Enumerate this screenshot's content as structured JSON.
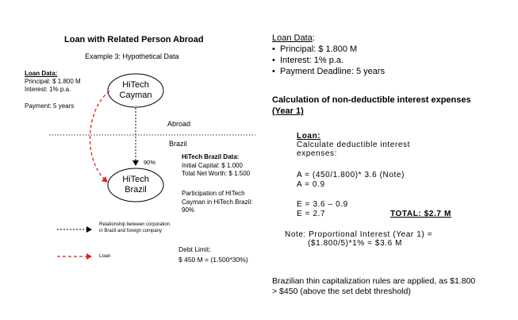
{
  "diagram": {
    "title": "Loan with Related Person Abroad",
    "subtitle": "Example 3: Hypothetical Data",
    "loan_box": {
      "heading": "Loan Data:",
      "lines": [
        "Principal: $ 1.800 M",
        "Interest: 1% p.a."
      ],
      "payment": "Payment: 5 years"
    },
    "node_cayman": [
      "HiTech",
      "Cayman"
    ],
    "node_brazil": [
      "HiTech",
      "Brazil"
    ],
    "label_abroad": "Abroad",
    "label_brazil": "Brazil",
    "arrow_pct": "90%",
    "brazil_data": {
      "heading": "HiTech Brazil Data:",
      "lines": [
        "Initial Capital: $ 1.000",
        "Total Net Worth: $ 1.500"
      ]
    },
    "participation": [
      "Participation of HiTech",
      "Cayman in HiTech Brazil:",
      "90%"
    ],
    "legend": {
      "relationship": [
        "Relationship between corporation",
        "in Brazil and foreign company"
      ],
      "loan": "Loan"
    },
    "debt_limit": {
      "label": "Debt Limit:",
      "value": "$ 450 M = (1.500*30%)"
    }
  },
  "right": {
    "loan_data": {
      "heading": "Loan Data",
      "colon": ":",
      "bullets": [
        "Principal: $ 1.800 M",
        "Interest: 1% p.a.",
        "Payment Deadline: 5 years"
      ]
    },
    "calc_title": [
      "Calculation of non-deductible interest expenses",
      "(Year 1)"
    ],
    "calc": {
      "heading": "Loan:",
      "intro": [
        "Calculate deductible interest",
        "expenses:"
      ],
      "a1": "A = (450/1.800)* 3.6 (Note)",
      "a2": "A = 0.9",
      "e1": "E = 3.6 – 0.9",
      "e2": "E = 2.7",
      "total": "TOTAL: $2.7 M",
      "note1": "Note: Proportional Interest (Year 1) =",
      "note2": "($1.800/5)*1% =  $3.6 M"
    },
    "conclusion": [
      "Brazilian thin capitalization rules are applied, as $1.800",
      "> $450 (above the set debt threshold)"
    ]
  },
  "colors": {
    "loan_arrow": "#e0201b",
    "relationship_arrow": "#000000"
  }
}
